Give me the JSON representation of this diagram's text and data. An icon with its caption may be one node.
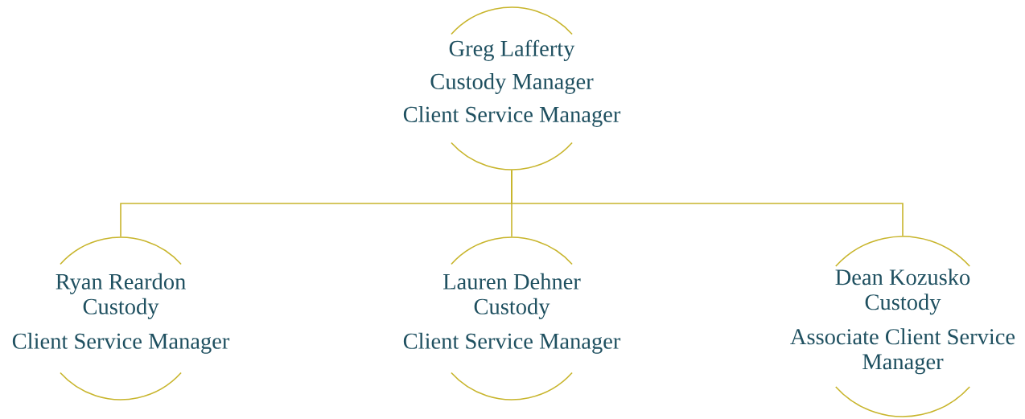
{
  "diagram": {
    "nodes": [
      {
        "text": [
          "Greg Lafferty",
          "Custody Manager",
          "Client Service Manager"
        ]
      },
      {
        "text": [
          "Ryan Reardon",
          "Custody",
          "Client Service Manager"
        ]
      },
      {
        "text": [
          "Lauren Dehner",
          "Custody",
          "Client Service Manager"
        ]
      },
      {
        "text": [
          "Dean Kozusko",
          "Custody",
          "Associate Client Service Manager"
        ]
      }
    ],
    "edges": [
      {
        "from": 0,
        "to": 1,
        "arrow": "none"
      },
      {
        "from": 0,
        "to": 2,
        "arrow": "none"
      },
      {
        "from": 0,
        "to": 3,
        "arrow": "none"
      }
    ]
  }
}
